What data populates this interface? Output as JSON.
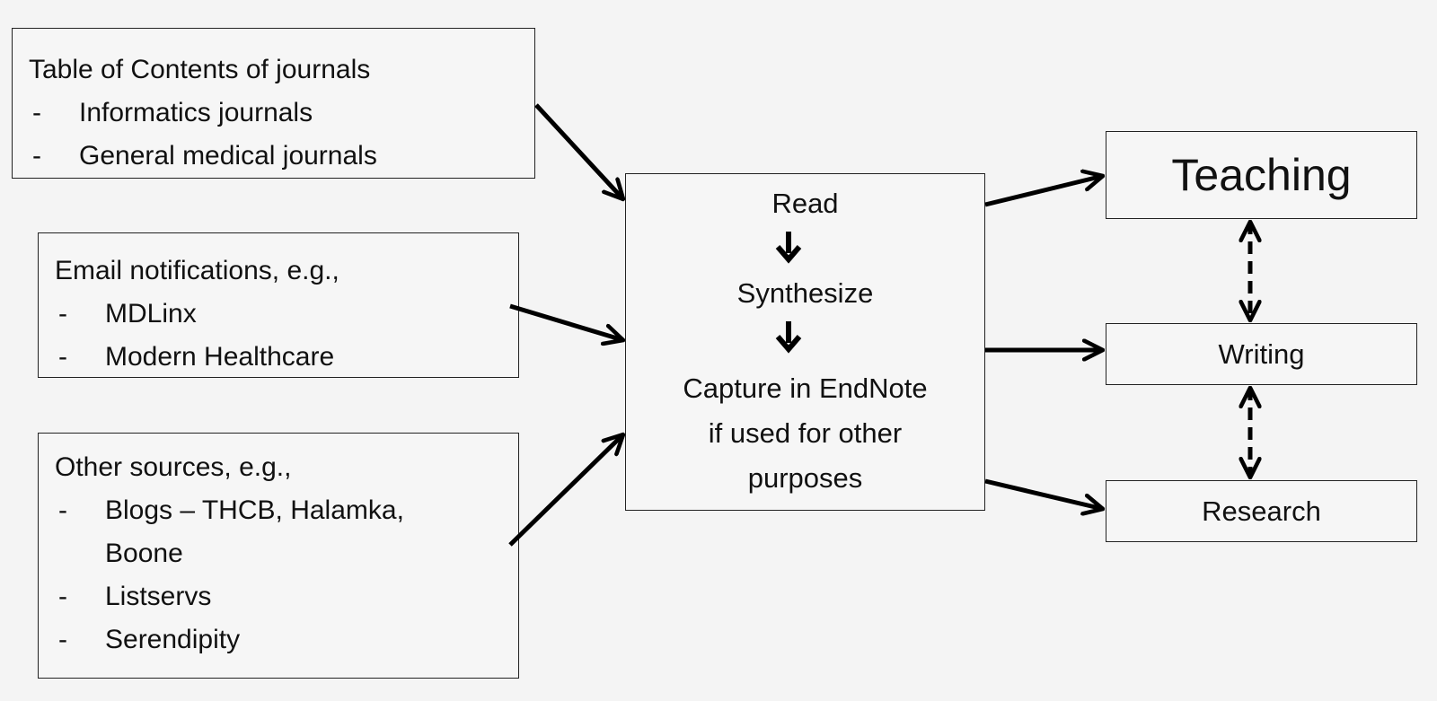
{
  "sources": [
    {
      "title": "Table of Contents of journals",
      "items": [
        "Informatics journals",
        "General medical journals"
      ]
    },
    {
      "title": "Email notifications, e.g.,",
      "items": [
        "MDLinx",
        "Modern Healthcare"
      ]
    },
    {
      "title": "Other sources, e.g.,",
      "items": [
        "Blogs – THCB, Halamka,",
        "Listservs",
        "Serendipity"
      ],
      "continuation": "Boone"
    }
  ],
  "bullet": "-",
  "process": {
    "step1": "Read",
    "step2": "Synthesize",
    "step3_line1": "Capture in EndNote",
    "step3_line2": "if used for other",
    "step3_line3": "purposes"
  },
  "outputs": {
    "teaching": "Teaching",
    "writing": "Writing",
    "research": "Research"
  }
}
